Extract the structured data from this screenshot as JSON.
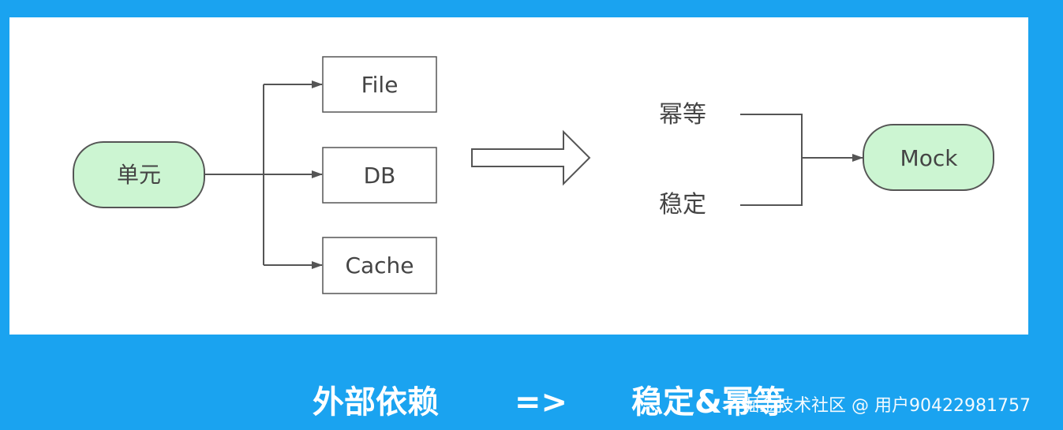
{
  "diagram": {
    "source_node": "单元",
    "dependencies": [
      "File",
      "DB",
      "Cache"
    ],
    "properties": [
      "幂等",
      "稳定"
    ],
    "target_node": "Mock"
  },
  "caption": {
    "left": "外部依赖",
    "arrow": "=>",
    "right": "稳定&幂等"
  },
  "watermark": "掘金技术社区 @ 用户90422981757",
  "colors": {
    "background": "#1aa3f0",
    "panel": "#ffffff",
    "node_fill": "#ccf5d2",
    "node_stroke": "#555555",
    "line": "#555555",
    "text": "#444444"
  }
}
